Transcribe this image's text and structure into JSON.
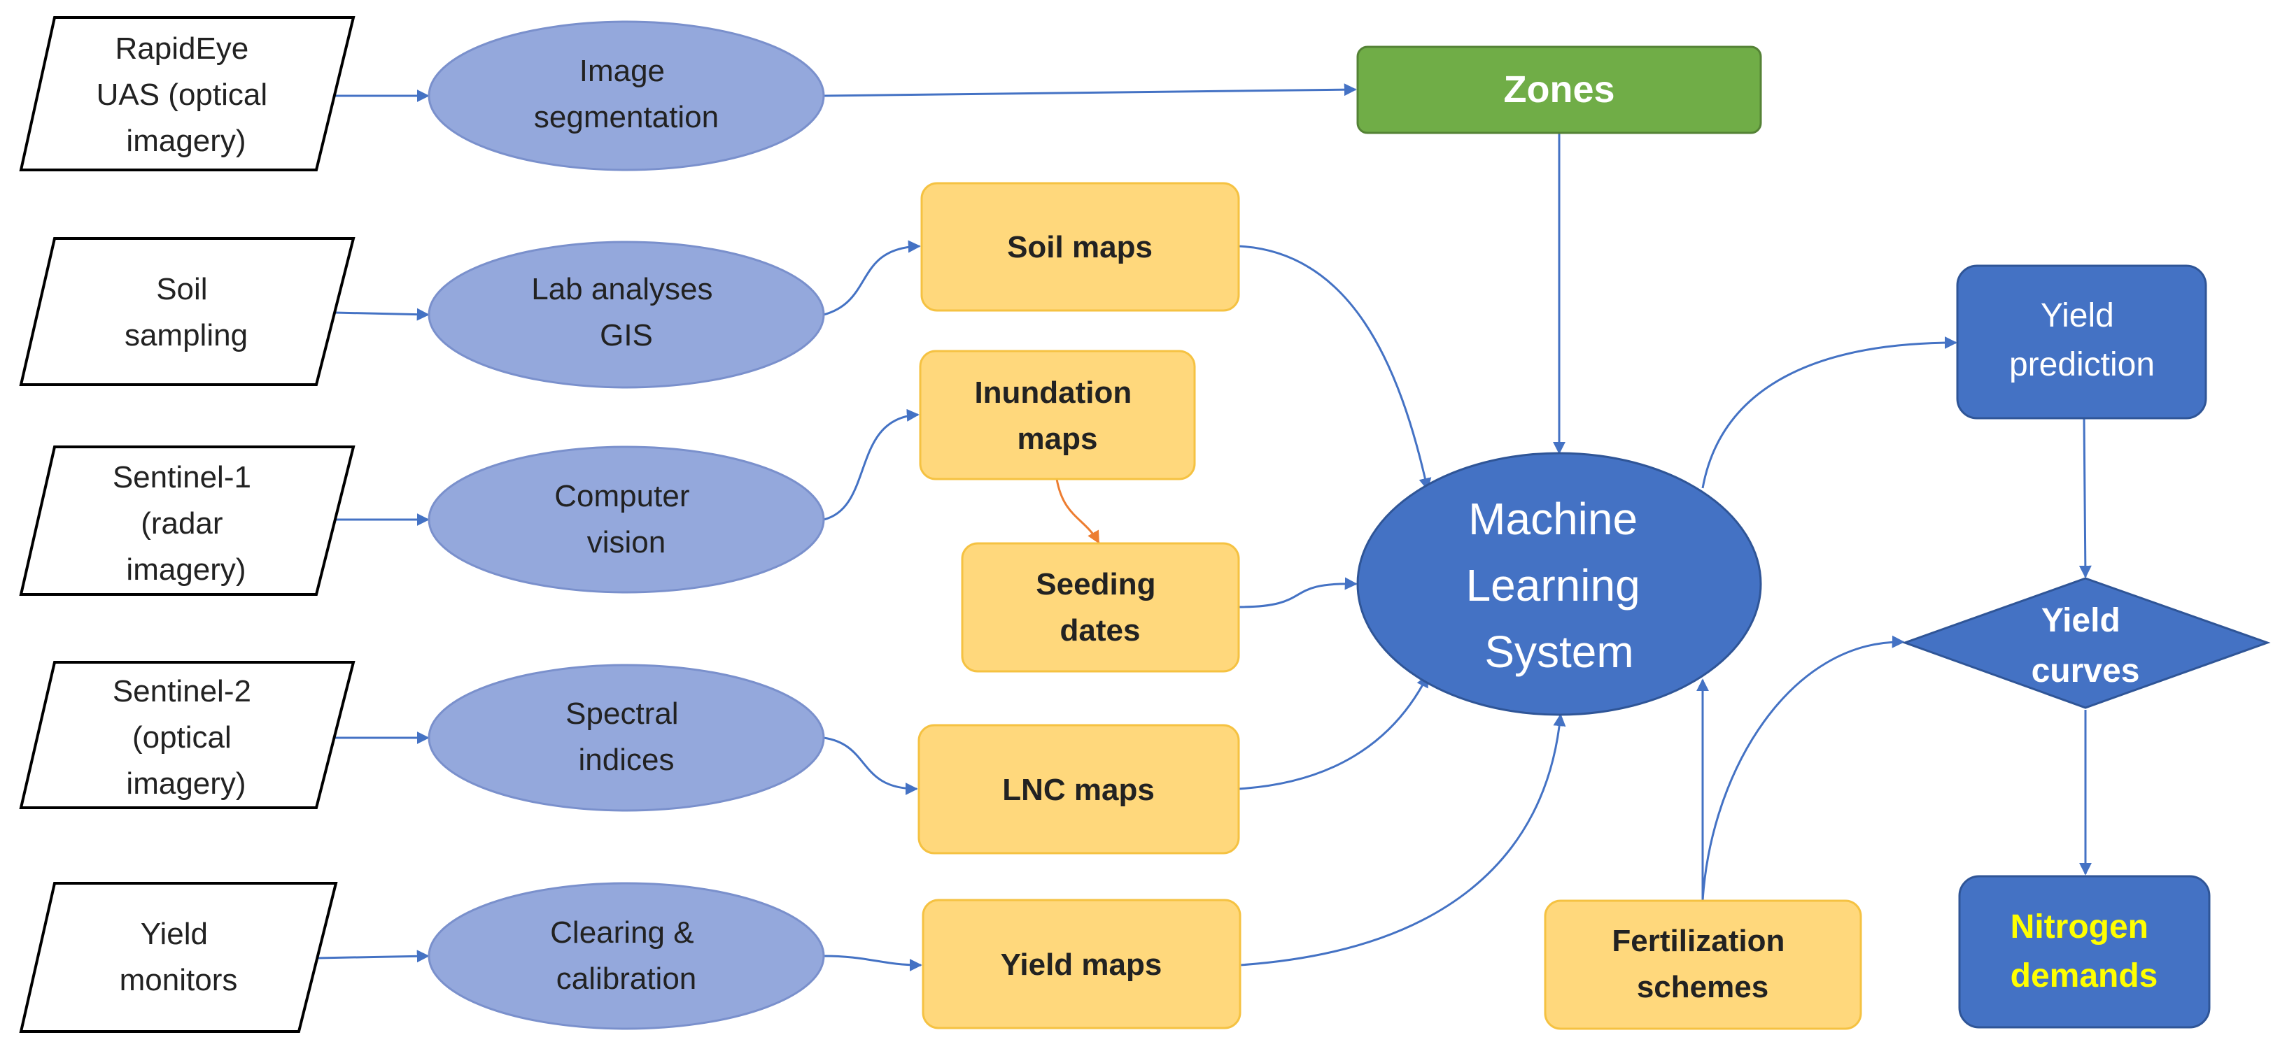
{
  "sources": [
    {
      "id": "rapideye",
      "lines": [
        "RapidEye",
        "UAS (optical",
        "imagery)"
      ]
    },
    {
      "id": "soil-sampling",
      "lines": [
        "Soil",
        "sampling"
      ]
    },
    {
      "id": "sentinel-1",
      "lines": [
        "Sentinel-1",
        "(radar",
        "imagery)"
      ]
    },
    {
      "id": "sentinel-2",
      "lines": [
        "Sentinel-2",
        "(optical",
        "imagery)"
      ]
    },
    {
      "id": "yield-monitors",
      "lines": [
        "Yield",
        "monitors"
      ]
    }
  ],
  "processes": [
    {
      "id": "image-segmentation",
      "lines": [
        "Image",
        "segmentation"
      ]
    },
    {
      "id": "lab-analyses",
      "lines": [
        "Lab analyses",
        "GIS"
      ]
    },
    {
      "id": "computer-vision",
      "lines": [
        "Computer",
        "vision"
      ]
    },
    {
      "id": "spectral-indices",
      "lines": [
        "Spectral",
        "indices"
      ]
    },
    {
      "id": "clearing-calibration",
      "lines": [
        "Clearing &",
        "calibration"
      ]
    }
  ],
  "products": [
    {
      "id": "soil-maps",
      "lines": [
        "Soil maps"
      ]
    },
    {
      "id": "inundation-maps",
      "lines": [
        "Inundation",
        "maps"
      ]
    },
    {
      "id": "seeding-dates",
      "lines": [
        "Seeding",
        "dates"
      ]
    },
    {
      "id": "lnc-maps",
      "lines": [
        "LNC maps"
      ]
    },
    {
      "id": "yield-maps",
      "lines": [
        "Yield maps"
      ]
    },
    {
      "id": "fertilization-schemes",
      "lines": [
        "Fertilization",
        "schemes"
      ]
    }
  ],
  "zones": {
    "lines": [
      "Zones"
    ]
  },
  "ml_system": {
    "lines": [
      "Machine",
      "Learning",
      "System"
    ]
  },
  "outputs": {
    "yield_prediction": {
      "lines": [
        "Yield",
        "prediction"
      ]
    },
    "yield_curves": {
      "lines": [
        "Yield",
        "curves"
      ]
    },
    "nitrogen_demands": {
      "lines": [
        "Nitrogen",
        "demands"
      ]
    }
  },
  "colors": {
    "source_fill": "#ffffff",
    "source_stroke": "#000000",
    "process_fill": "#94a8dc",
    "process_stroke": "#7a90cc",
    "product_fill": "#ffd87c",
    "product_stroke": "#f5c242",
    "zones_fill": "#70ad47",
    "blue_fill": "#4472c4",
    "blue_stroke": "#2f5597",
    "arrow": "#4472c4",
    "arrow_orange": "#ed7d31",
    "text_dark": "#222222",
    "text_white": "#ffffff",
    "text_yellow": "#ffff00"
  }
}
